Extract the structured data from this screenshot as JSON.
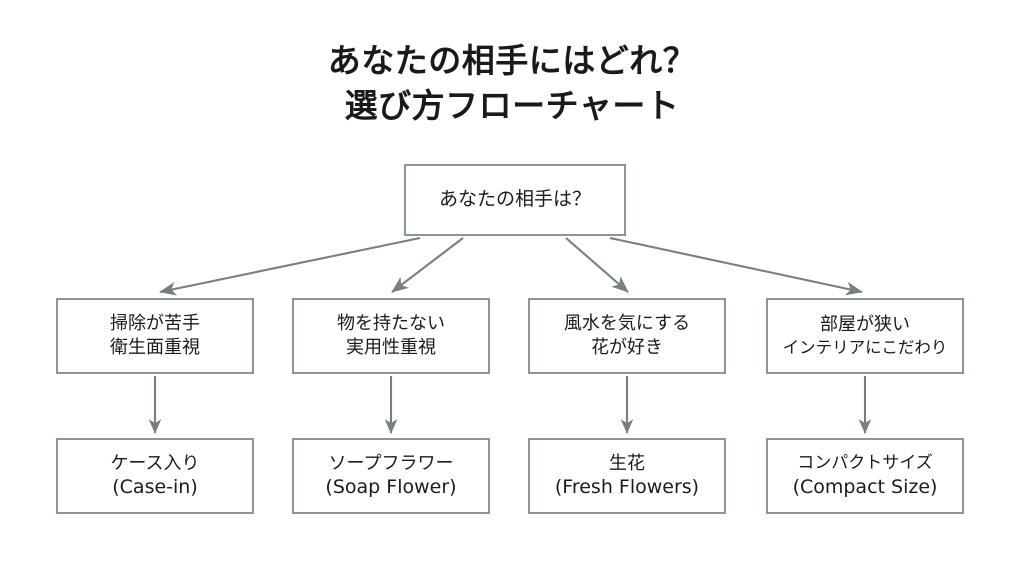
{
  "title": {
    "line1": "あなたの相手にはどれ？",
    "line2": "選び方フローチャート"
  },
  "colors": {
    "background": "#ffffff",
    "box_border": "#8d9598",
    "connector": "#77807f",
    "text": "#1a1a1a"
  },
  "chart_data": {
    "type": "diagram",
    "subtype": "flowchart",
    "title": "あなたの相手にはどれ？ 選び方フローチャート",
    "orientation": "top-down",
    "levels": 3,
    "root": {
      "id": "root",
      "lines": [
        "あなたの相手は？"
      ]
    },
    "branches": [
      {
        "id": "branch-1",
        "lines": [
          "掃除が苦手",
          "衛生面重視"
        ],
        "result": {
          "id": "result-1",
          "lines": [
            "ケース入り",
            "(Case-in)"
          ]
        }
      },
      {
        "id": "branch-2",
        "lines": [
          "物を持たない",
          "実用性重視"
        ],
        "result": {
          "id": "result-2",
          "lines": [
            "ソープフラワー",
            "(Soap Flower)"
          ]
        }
      },
      {
        "id": "branch-3",
        "lines": [
          "風水を気にする",
          "花が好き"
        ],
        "result": {
          "id": "result-3",
          "lines": [
            "生花",
            "(Fresh Flowers)"
          ]
        }
      },
      {
        "id": "branch-4",
        "lines": [
          "部屋が狭い",
          "インテリアにこだわり"
        ],
        "result": {
          "id": "result-4",
          "lines": [
            "コンパクトサイズ",
            "(Compact Size)"
          ]
        }
      }
    ],
    "edges": [
      {
        "from": "root",
        "to": "branch-1",
        "style": "diagonal-arrow"
      },
      {
        "from": "root",
        "to": "branch-2",
        "style": "diagonal-arrow"
      },
      {
        "from": "root",
        "to": "branch-3",
        "style": "diagonal-arrow"
      },
      {
        "from": "root",
        "to": "branch-4",
        "style": "diagonal-arrow"
      },
      {
        "from": "branch-1",
        "to": "result-1",
        "style": "vertical-arrow"
      },
      {
        "from": "branch-2",
        "to": "result-2",
        "style": "vertical-arrow"
      },
      {
        "from": "branch-3",
        "to": "result-3",
        "style": "vertical-arrow"
      },
      {
        "from": "branch-4",
        "to": "result-4",
        "style": "vertical-arrow"
      }
    ]
  }
}
